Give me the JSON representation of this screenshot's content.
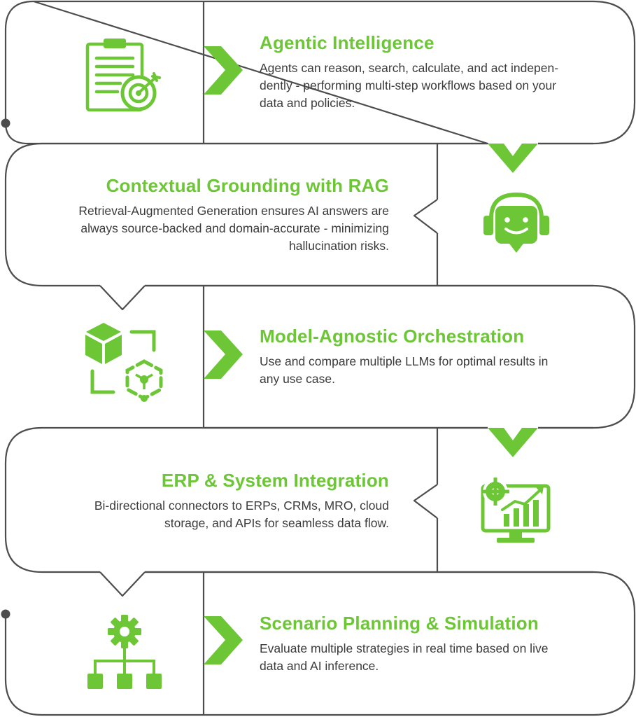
{
  "colors": {
    "accent": "#6cc636",
    "outline": "#4d4d4d",
    "text": "#3b3b3b"
  },
  "steps": [
    {
      "title": "Agentic Intelligence",
      "lines": [
        "Agents can reason, search, calculate, and act indepen-",
        "dently - performing multi-step workflows based on your",
        "data and policies."
      ],
      "icon": "clipboard-target-icon"
    },
    {
      "title": "Contextual Grounding with RAG",
      "lines": [
        "Retrieval-Augmented Generation ensures AI answers are",
        "always source-backed and domain-accurate - minimizing",
        "hallucination risks."
      ],
      "icon": "chatbot-headset-icon"
    },
    {
      "title": "Model-Agnostic Orchestration",
      "lines": [
        "Use and compare multiple LLMs for optimal results in",
        "any use case."
      ],
      "icon": "cube-network-icon"
    },
    {
      "title": "ERP & System Integration",
      "lines": [
        "Bi-directional connectors to ERPs, CRMs, MRO, cloud",
        "storage, and APIs for seamless data flow."
      ],
      "icon": "monitor-analytics-icon"
    },
    {
      "title": "Scenario Planning & Simulation",
      "lines": [
        "Evaluate multiple strategies in real time based on live",
        "data and AI inference."
      ],
      "icon": "gear-hierarchy-icon"
    }
  ]
}
